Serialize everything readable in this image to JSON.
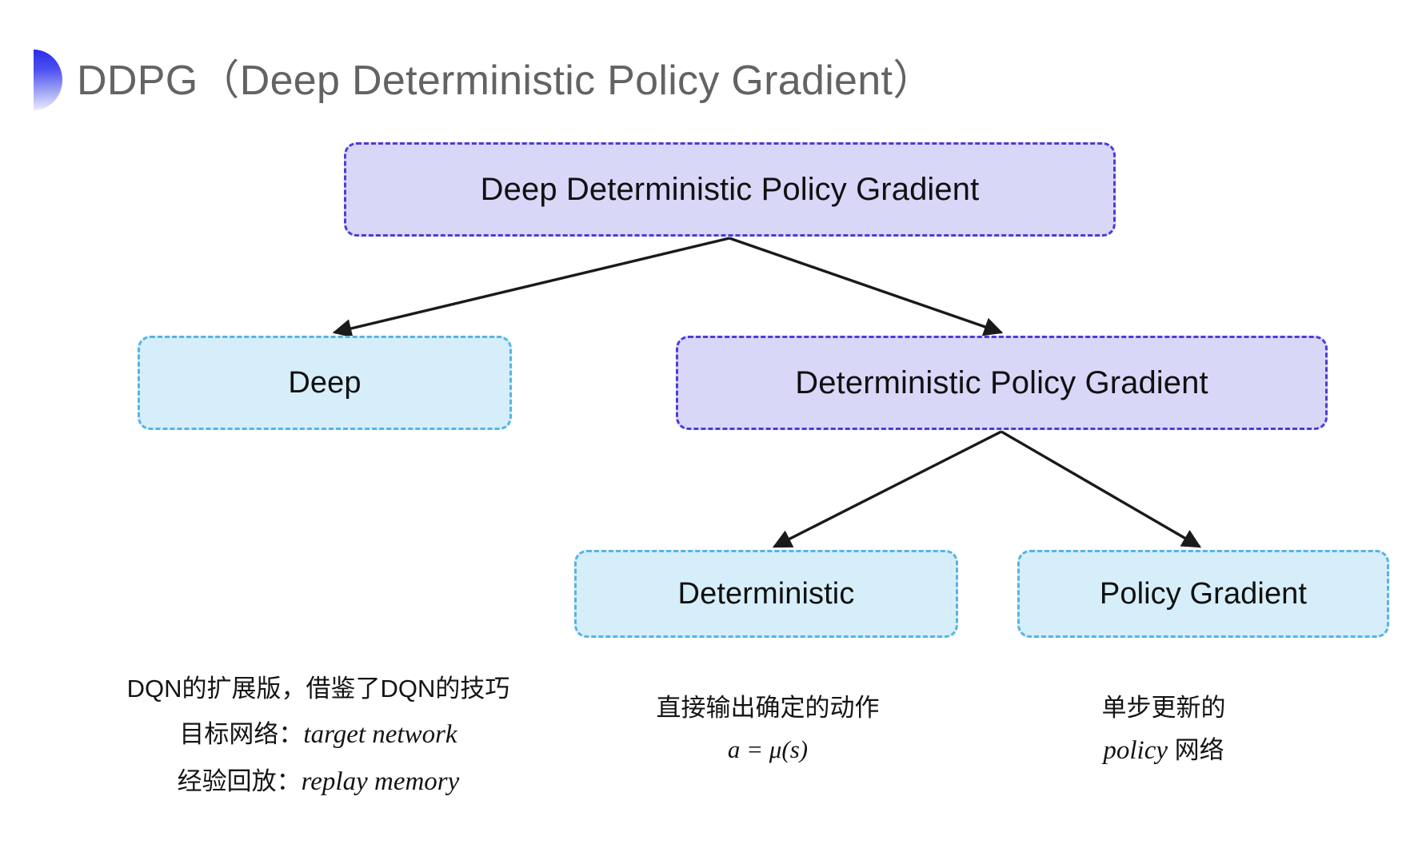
{
  "slide": {
    "title": "DDPG（Deep Deterministic Policy Gradient）",
    "background_color": "#ffffff",
    "title_color": "#636363",
    "accent_color": "#2c2ce8"
  },
  "palette": {
    "purple_fill": "#d9d7f8",
    "purple_border": "#4a3dd8",
    "blue_fill": "#d6eefa",
    "blue_border": "#55b4e4",
    "arrow_color": "#1a1a1a",
    "text_color": "#101010"
  },
  "diagram": {
    "type": "tree",
    "nodes": [
      {
        "id": "root",
        "label": "Deep Deterministic Policy Gradient",
        "style": "purple",
        "level": 0
      },
      {
        "id": "deep",
        "label": "Deep",
        "style": "blue",
        "level": 1
      },
      {
        "id": "dpg",
        "label": "Deterministic Policy Gradient",
        "style": "purple",
        "level": 1
      },
      {
        "id": "determ",
        "label": "Deterministic",
        "style": "blue",
        "level": 2
      },
      {
        "id": "pg",
        "label": "Policy Gradient",
        "style": "blue",
        "level": 2
      }
    ],
    "edges": [
      {
        "from": "root",
        "to": "deep"
      },
      {
        "from": "root",
        "to": "dpg"
      },
      {
        "from": "dpg",
        "to": "determ"
      },
      {
        "from": "dpg",
        "to": "pg"
      }
    ]
  },
  "annotations": {
    "deep": {
      "line1": "DQN的扩展版，借鉴了DQN的技巧",
      "line2_label": "目标网络：",
      "line2_em": "target network",
      "line3_label": "经验回放：",
      "line3_em": "replay memory"
    },
    "deterministic": {
      "line1": "直接输出确定的动作",
      "formula": "a = μ(s)"
    },
    "policy_gradient": {
      "line1": "单步更新的",
      "line2_em": "policy",
      "line2_label": " 网络"
    }
  }
}
